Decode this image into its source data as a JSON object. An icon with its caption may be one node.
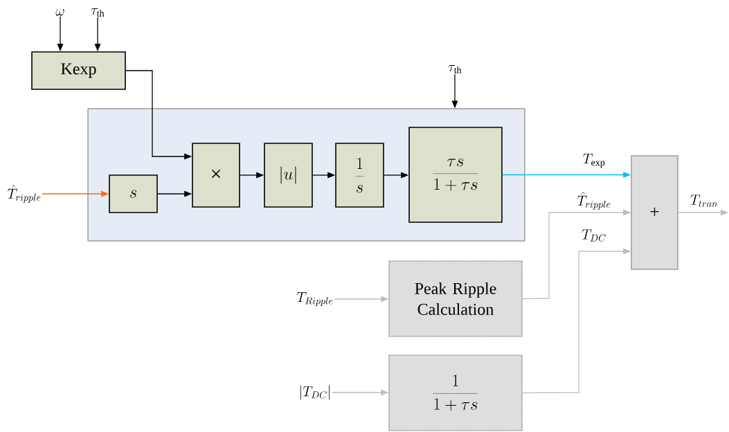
{
  "diagram": {
    "nodes": [
      {
        "text": [
          "\\omega"
        ]
      },
      {
        "text": [
          "\\tau_{\\mathrm{th}}"
        ]
      },
      {
        "text": [
          "Kexp"
        ]
      },
      {
        "text": [
          "\\tau_{\\mathrm{th}}"
        ]
      },
      {
        "text": [],
        "shape": "box"
      },
      {
        "text": [
          "\\hat{T}_{ripple}"
        ]
      },
      {
        "text": [
          "s"
        ],
        "in": 4
      },
      {
        "text": [
          "×"
        ],
        "in": 4
      },
      {
        "text": [
          "\\left|u\\right|"
        ],
        "in": 4
      },
      {
        "text": [
          "\\frac{1}{s}"
        ],
        "in": 4
      },
      {
        "text": [
          "\\frac{\\tau s}{1+\\tau s}"
        ],
        "in": 4
      },
      {
        "text": [
          "+"
        ]
      },
      {
        "text": [
          "T_{Ripple}"
        ]
      },
      {
        "text": [
          "Peak Ripple Calculation"
        ]
      },
      {
        "text": [
          "\\left|T_{DC}\\right|"
        ]
      },
      {
        "text": [
          "\\frac{1}{1+\\tau s}"
        ]
      }
    ],
    "edges": [
      {
        "from": 0,
        "to": 2,
        "arrow": "to"
      },
      {
        "from": 1,
        "to": 2,
        "arrow": "to"
      },
      {
        "from": 3,
        "to": 4,
        "arrow": "to"
      },
      {
        "from": 2,
        "to": 7,
        "arrow": "to"
      },
      {
        "from": 5,
        "to": 6,
        "arrow": "to",
        "color": "#ff6a13"
      },
      {
        "from": 6,
        "to": 7,
        "arrow": "to"
      },
      {
        "from": 7,
        "to": 8,
        "arrow": "to"
      },
      {
        "from": 8,
        "to": 9,
        "arrow": "to"
      },
      {
        "from": 9,
        "to": 10,
        "arrow": "to"
      },
      {
        "from": 10,
        "to": 11,
        "arrow": "to",
        "label": "T_{\\exp}",
        "color": "#00c0f0"
      },
      {
        "from": 13,
        "to": 11,
        "arrow": "to",
        "label": "\\hat{T}_{ripple}",
        "color": "#bdbdbd"
      },
      {
        "from": 15,
        "to": 11,
        "arrow": "to",
        "label": "T_{DC}",
        "color": "#bdbdbd"
      },
      {
        "from": 11,
        "to": null,
        "arrow": "to",
        "label": "T_{tran}",
        "color": "#bdbdbd"
      },
      {
        "from": 12,
        "to": 13,
        "arrow": "to",
        "color": "#bdbdbd"
      },
      {
        "from": 14,
        "to": 15,
        "arrow": "to",
        "color": "#bdbdbd"
      }
    ]
  }
}
